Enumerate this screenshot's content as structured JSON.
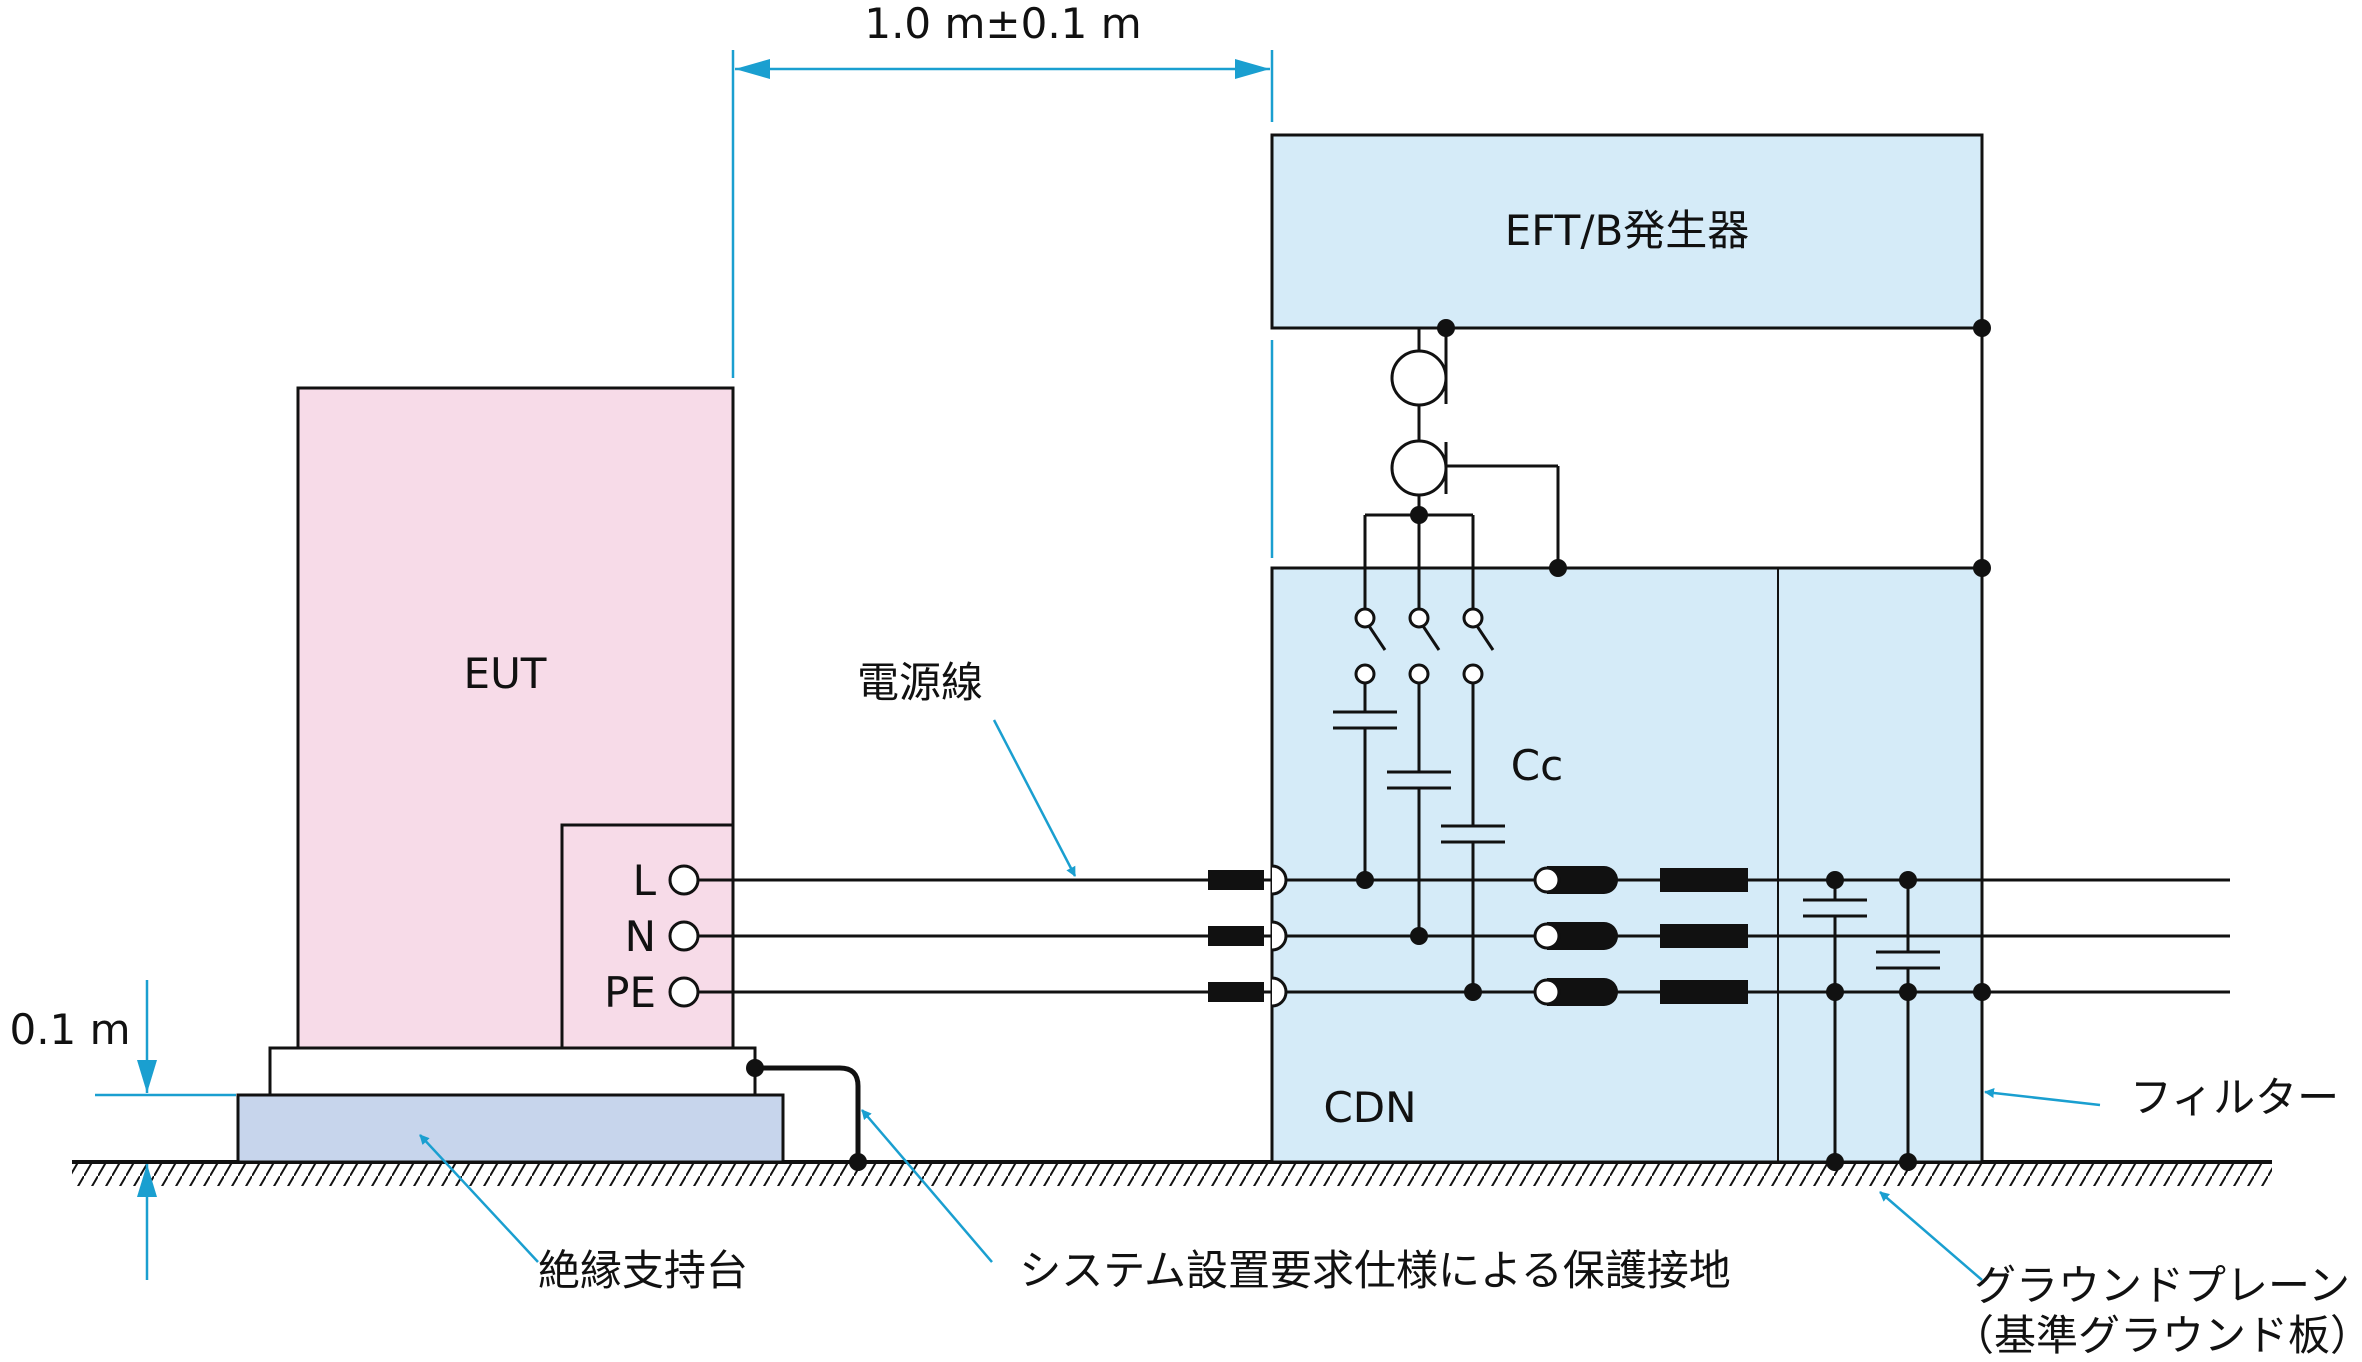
{
  "colors": {
    "eut_fill": "#f7dbe8",
    "cdn_fill": "#d5ebf8",
    "generator_fill": "#d5ebf8",
    "insulator_fill": "#c7d5ec",
    "leader_line": "#1a9fd0",
    "wire": "#111111"
  },
  "labels": {
    "distance": "1.0 m±0.1 m",
    "height": "0.1 m",
    "generator": "EFT/B発生器",
    "eut": "EUT",
    "power_line": "電源線",
    "coupling_cap": "Cc",
    "cdn": "CDN",
    "filter": "フィルター",
    "terminal_l": "L",
    "terminal_n": "N",
    "terminal_pe": "PE",
    "insulating_support": "絶縁支持台",
    "protective_earth": "システム設置要求仕様による保護接地",
    "ground_plane_line1": "グラウンドプレーン",
    "ground_plane_line2": "（基準グラウンド板）"
  }
}
